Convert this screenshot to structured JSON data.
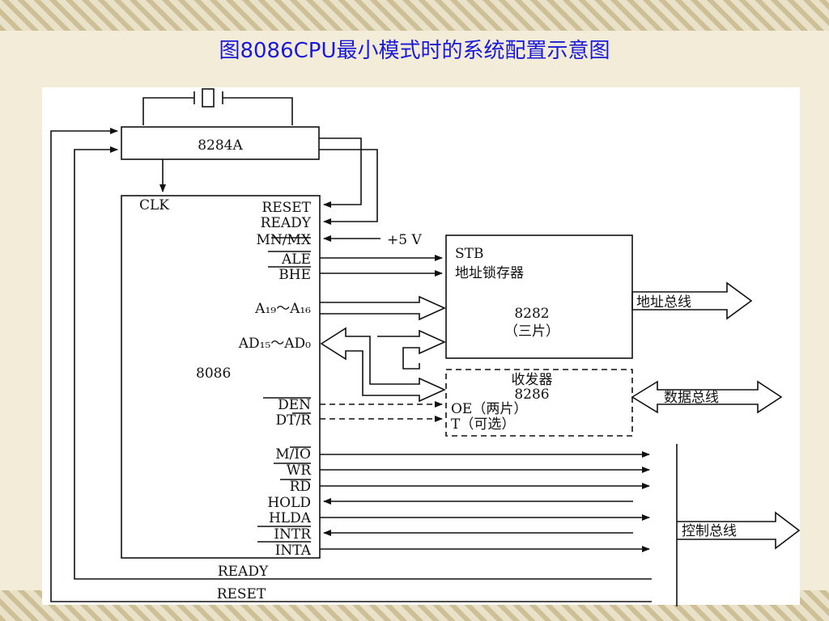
{
  "title": "图8086CPU最小模式时的系统配置示意图",
  "clock": {
    "label": "8284A"
  },
  "cpu": {
    "clk": "CLK",
    "model": "8086",
    "pins": {
      "reset": "RESET",
      "ready": "READY",
      "mnmx": "MN/MX",
      "ale": "ALE",
      "bhe": "BHE",
      "addr_hi": "A₁₉～A₁₆",
      "addr_data": "AD₁₅～AD₀",
      "den": "DEN",
      "dtr": "DT/R",
      "mio": "M/IO",
      "wr": "WR",
      "rd": "RD",
      "hold": "HOLD",
      "hlda": "HLDA",
      "intr": "INTR",
      "inta": "INTA"
    }
  },
  "vcc": "+5 V",
  "latch": {
    "stb": "STB",
    "name": "地址锁存器",
    "model": "8282",
    "count": "（三片）"
  },
  "transceiver": {
    "name": "收发器",
    "model": "8286",
    "oe": "OE（两片）",
    "t": "T（可选）"
  },
  "buses": {
    "address": "地址总线",
    "data": "数据总线",
    "control": "控制总线"
  },
  "bottom": {
    "ready": "READY",
    "reset": "RESET"
  }
}
